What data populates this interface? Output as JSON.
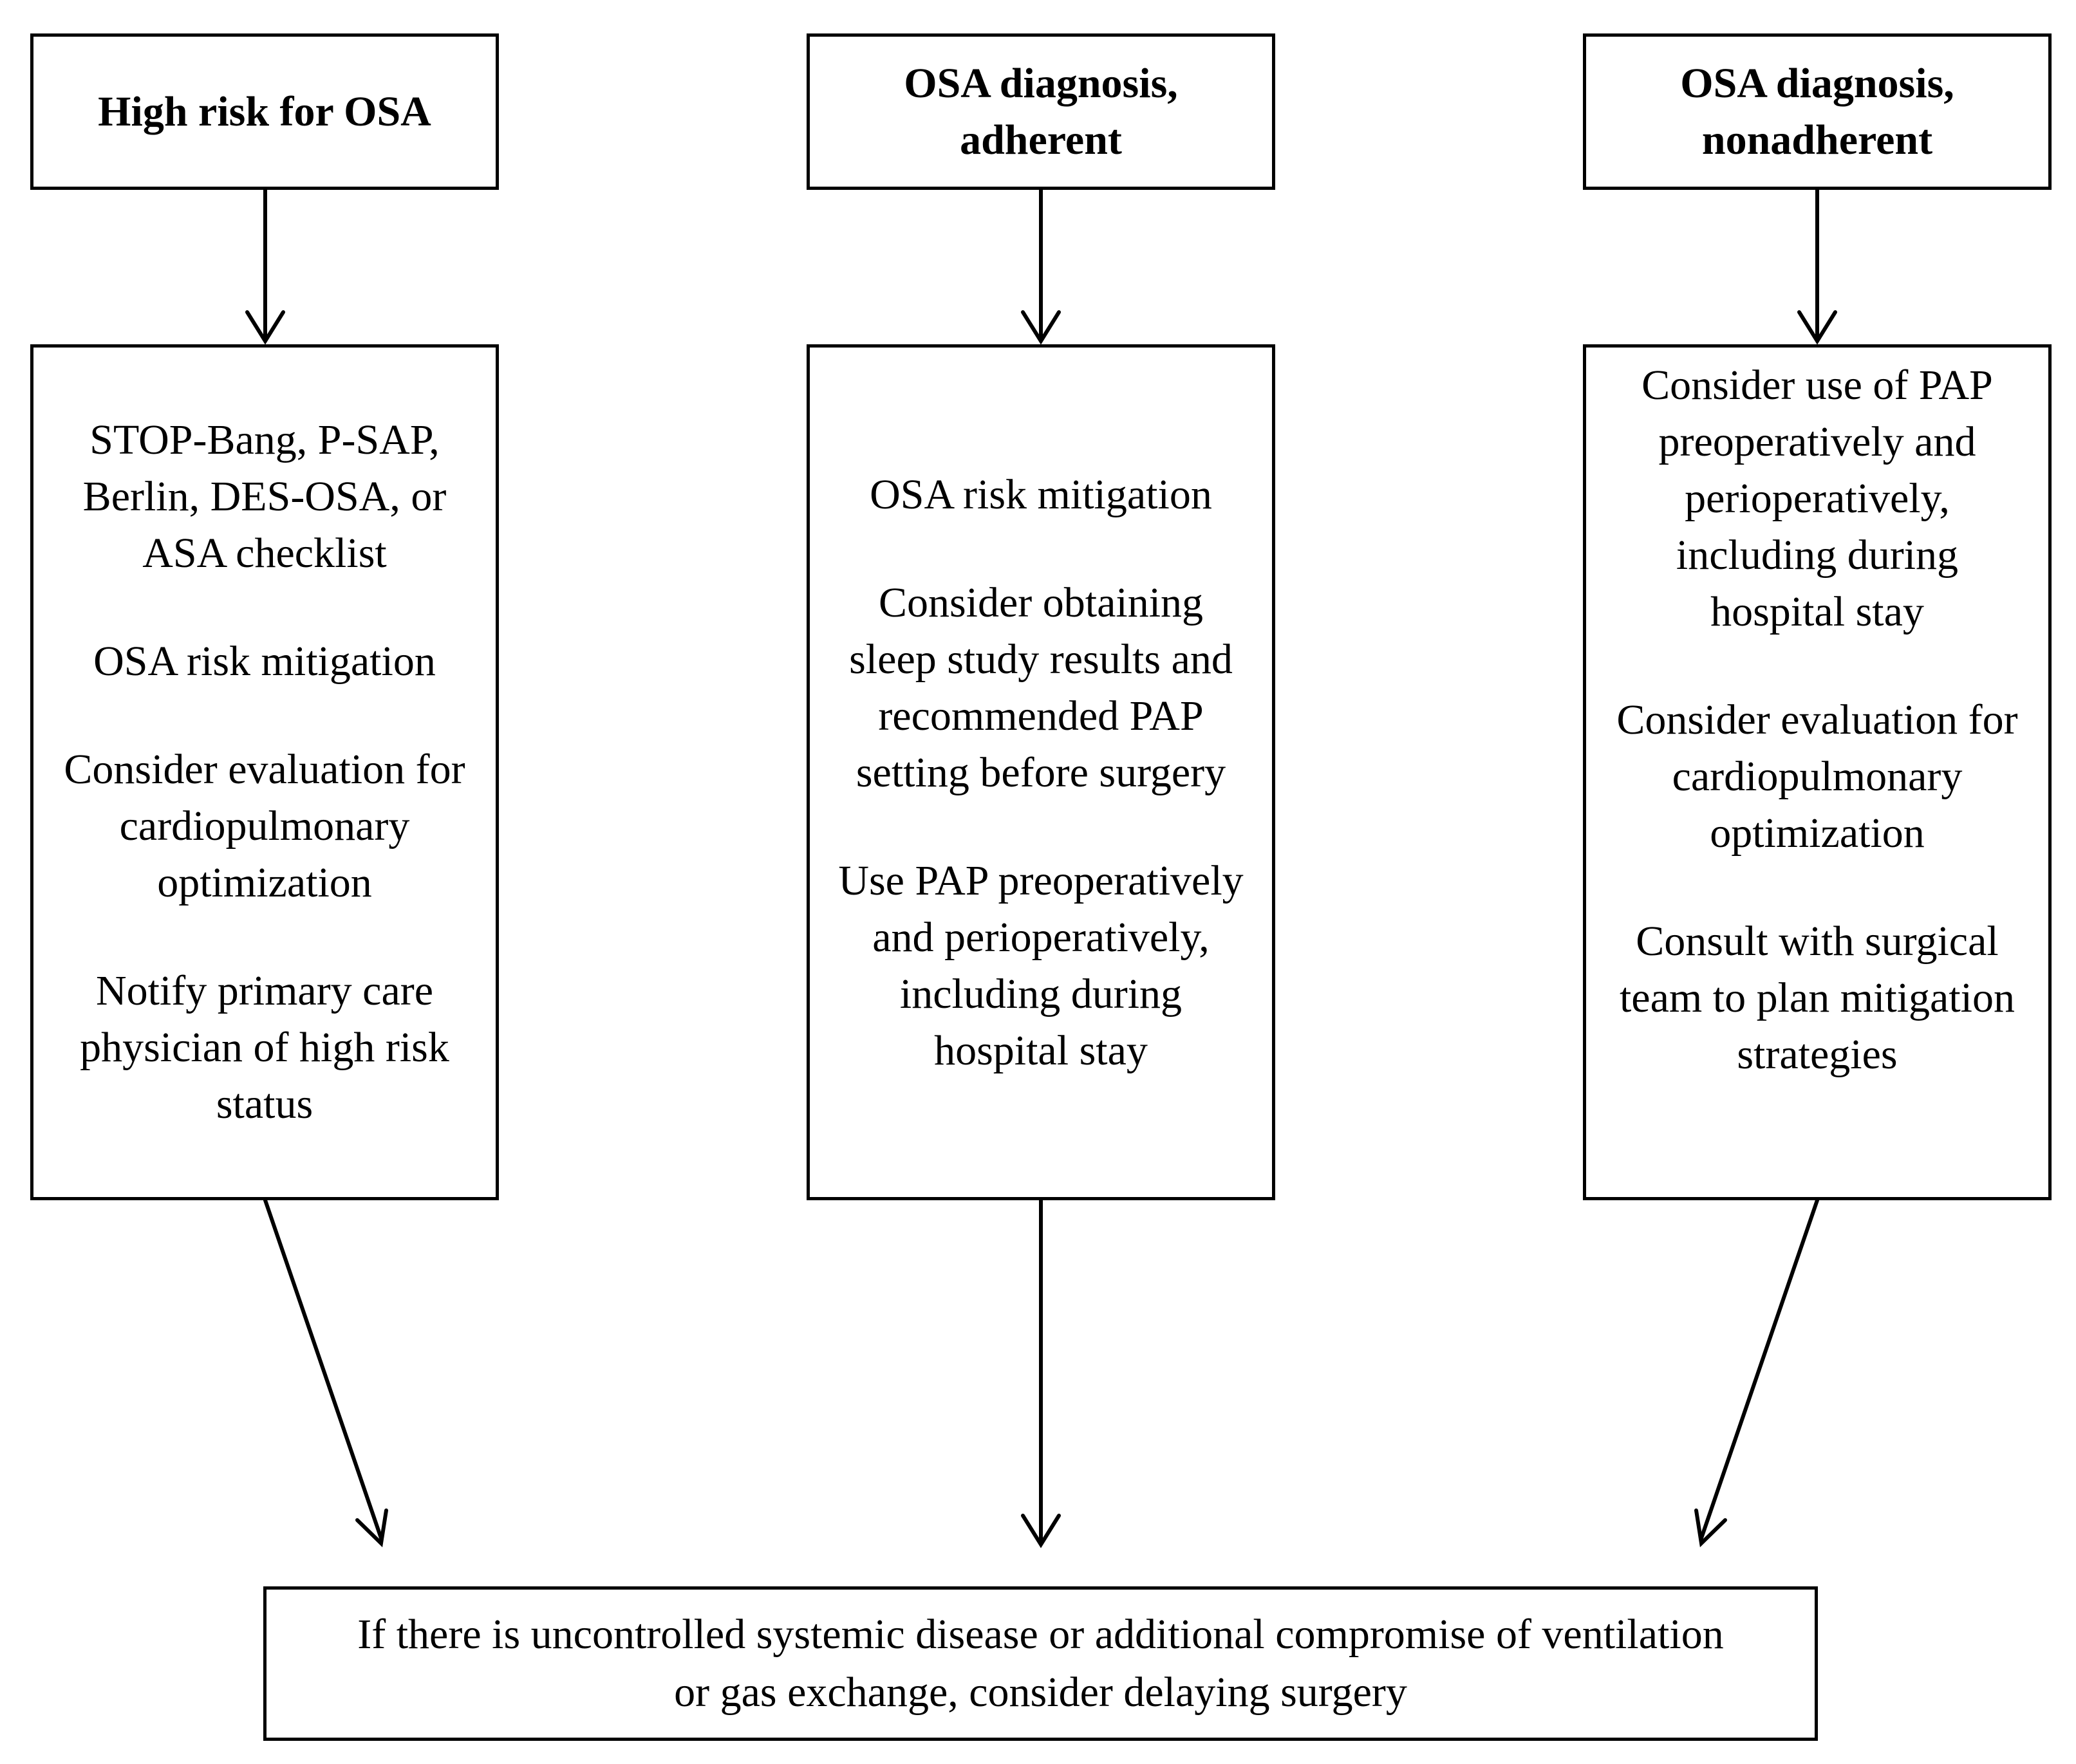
{
  "columns": [
    {
      "header": [
        "High risk for OSA"
      ],
      "items": [
        [
          "STOP-Bang, P-SAP,",
          "Berlin, DES-OSA, or",
          "ASA checklist"
        ],
        [
          "OSA risk mitigation"
        ],
        [
          "Consider evaluation for",
          "cardiopulmonary",
          "optimization"
        ],
        [
          "Notify primary care",
          "physician of high risk",
          "status"
        ]
      ]
    },
    {
      "header": [
        "OSA diagnosis,",
        "adherent"
      ],
      "items": [
        [
          "OSA risk mitigation"
        ],
        [
          "Consider obtaining",
          "sleep study results and",
          "recommended PAP",
          "setting before surgery"
        ],
        [
          "Use PAP preoperatively",
          "and perioperatively,",
          "including during",
          "hospital stay"
        ]
      ]
    },
    {
      "header": [
        "OSA diagnosis,",
        "nonadherent"
      ],
      "items": [
        [
          "Consider use of PAP",
          "preoperatively and",
          "perioperatively,",
          "including during",
          "hospital stay"
        ],
        [
          "Consider evaluation for",
          "cardiopulmonary",
          "optimization"
        ],
        [
          "Consult with surgical",
          "team to plan mitigation",
          "strategies"
        ]
      ]
    }
  ],
  "bottom": [
    "If there is uncontrolled systemic disease or additional compromise of ventilation",
    "or gas exchange, consider delaying surgery"
  ]
}
